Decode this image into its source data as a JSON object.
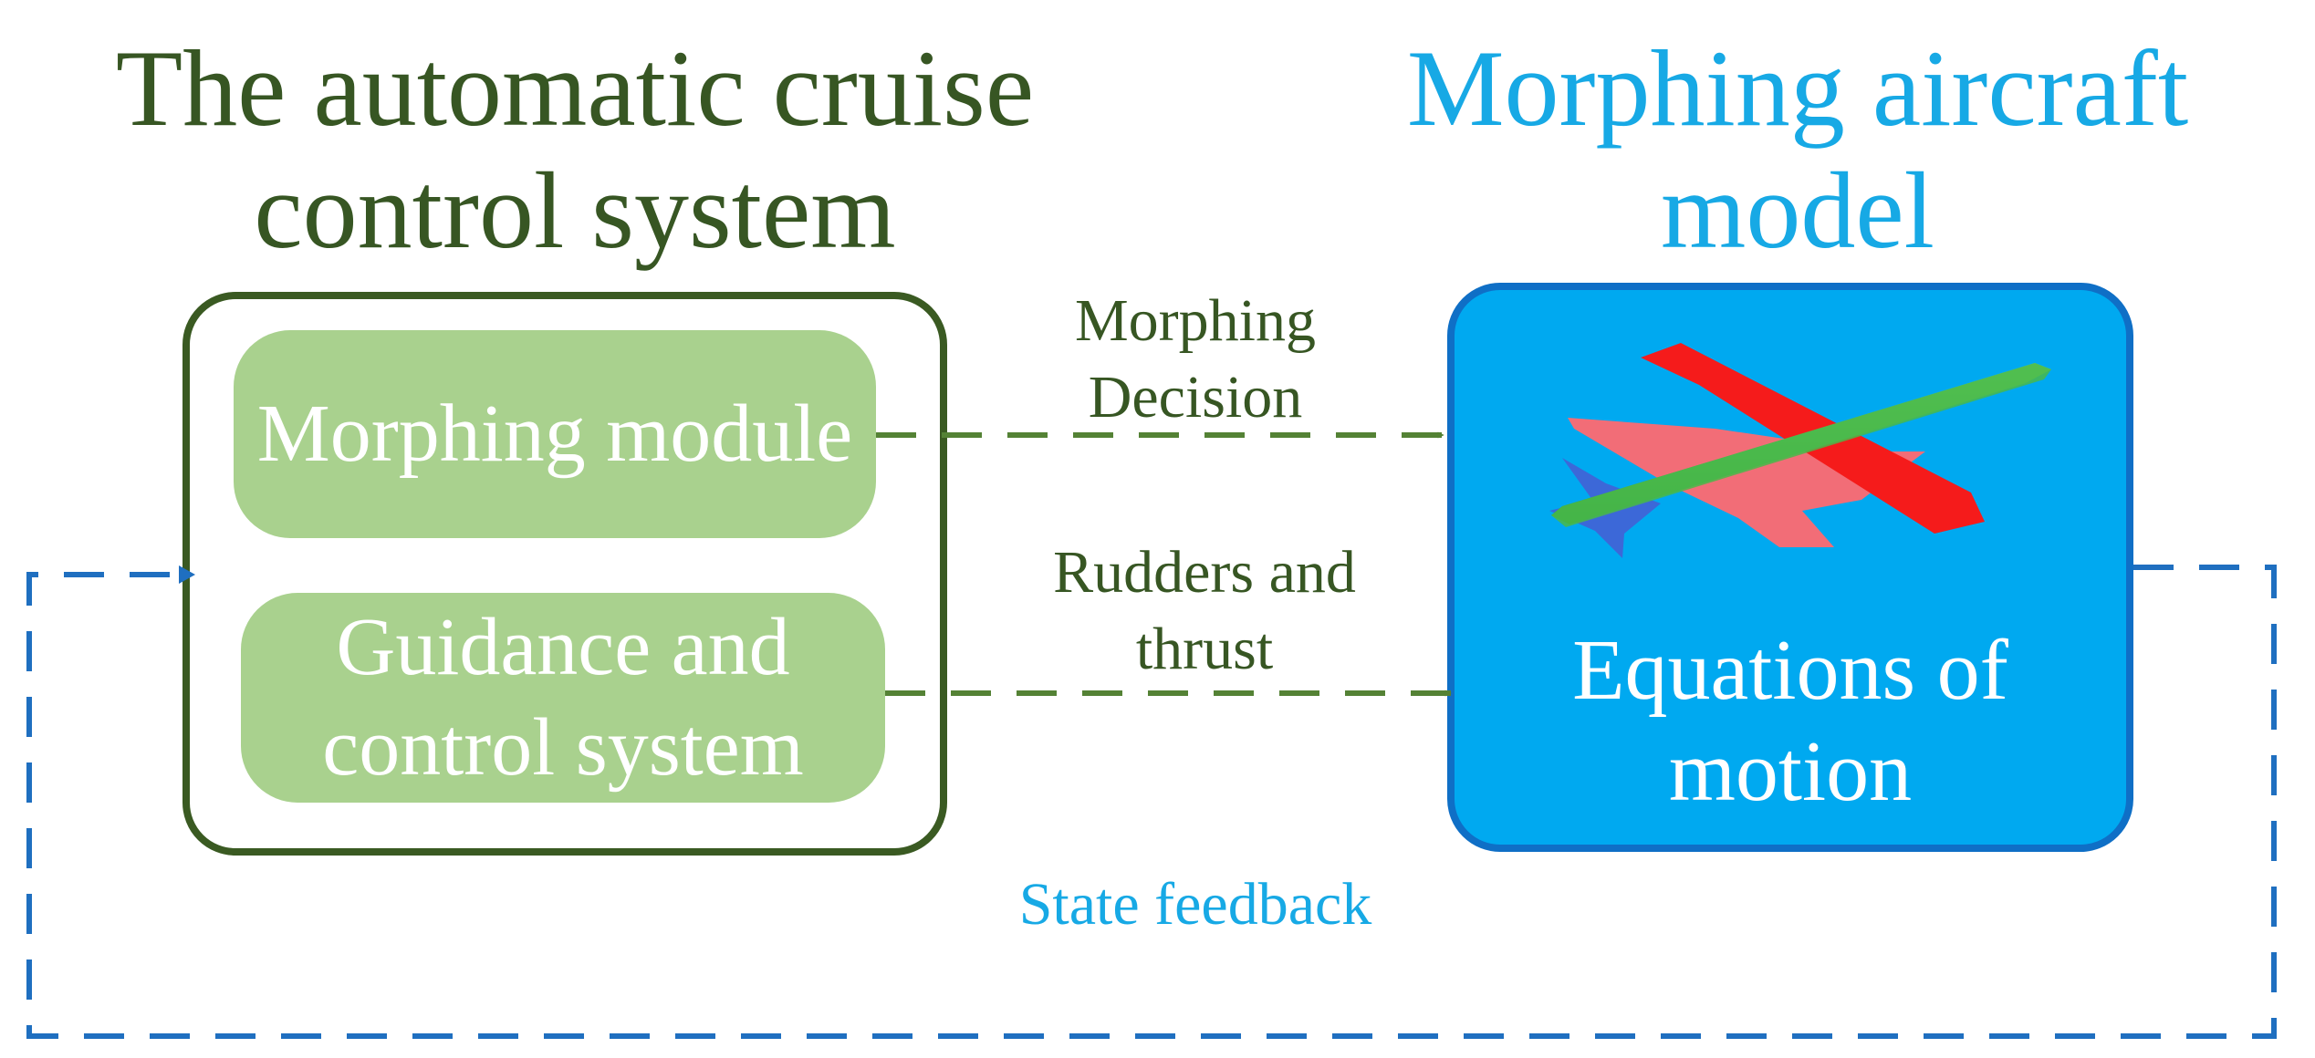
{
  "controller": {
    "title": "The automatic cruise control system",
    "modules": {
      "morphing": "Morphing module",
      "guidance": "Guidance and control system"
    }
  },
  "aircraft": {
    "title": "Morphing aircraft model",
    "equations": "Equations of motion"
  },
  "edges": {
    "morphing_decision": "Morphing Decision",
    "rudders_thrust": "Rudders and thrust",
    "state_feedback": "State feedback"
  },
  "colors": {
    "controller_text": "#375623",
    "controller_border": "#3A5A22",
    "module_fill": "#A9D18E",
    "arrow_green": "#548235",
    "aircraft_fill": "#00A9F0",
    "aircraft_border": "#0F6FC6",
    "aircraft_text": "#17A9E5",
    "feedback_line": "#1F6FC0"
  },
  "icons": {
    "aircraft": "morphing-aircraft-illustration"
  }
}
